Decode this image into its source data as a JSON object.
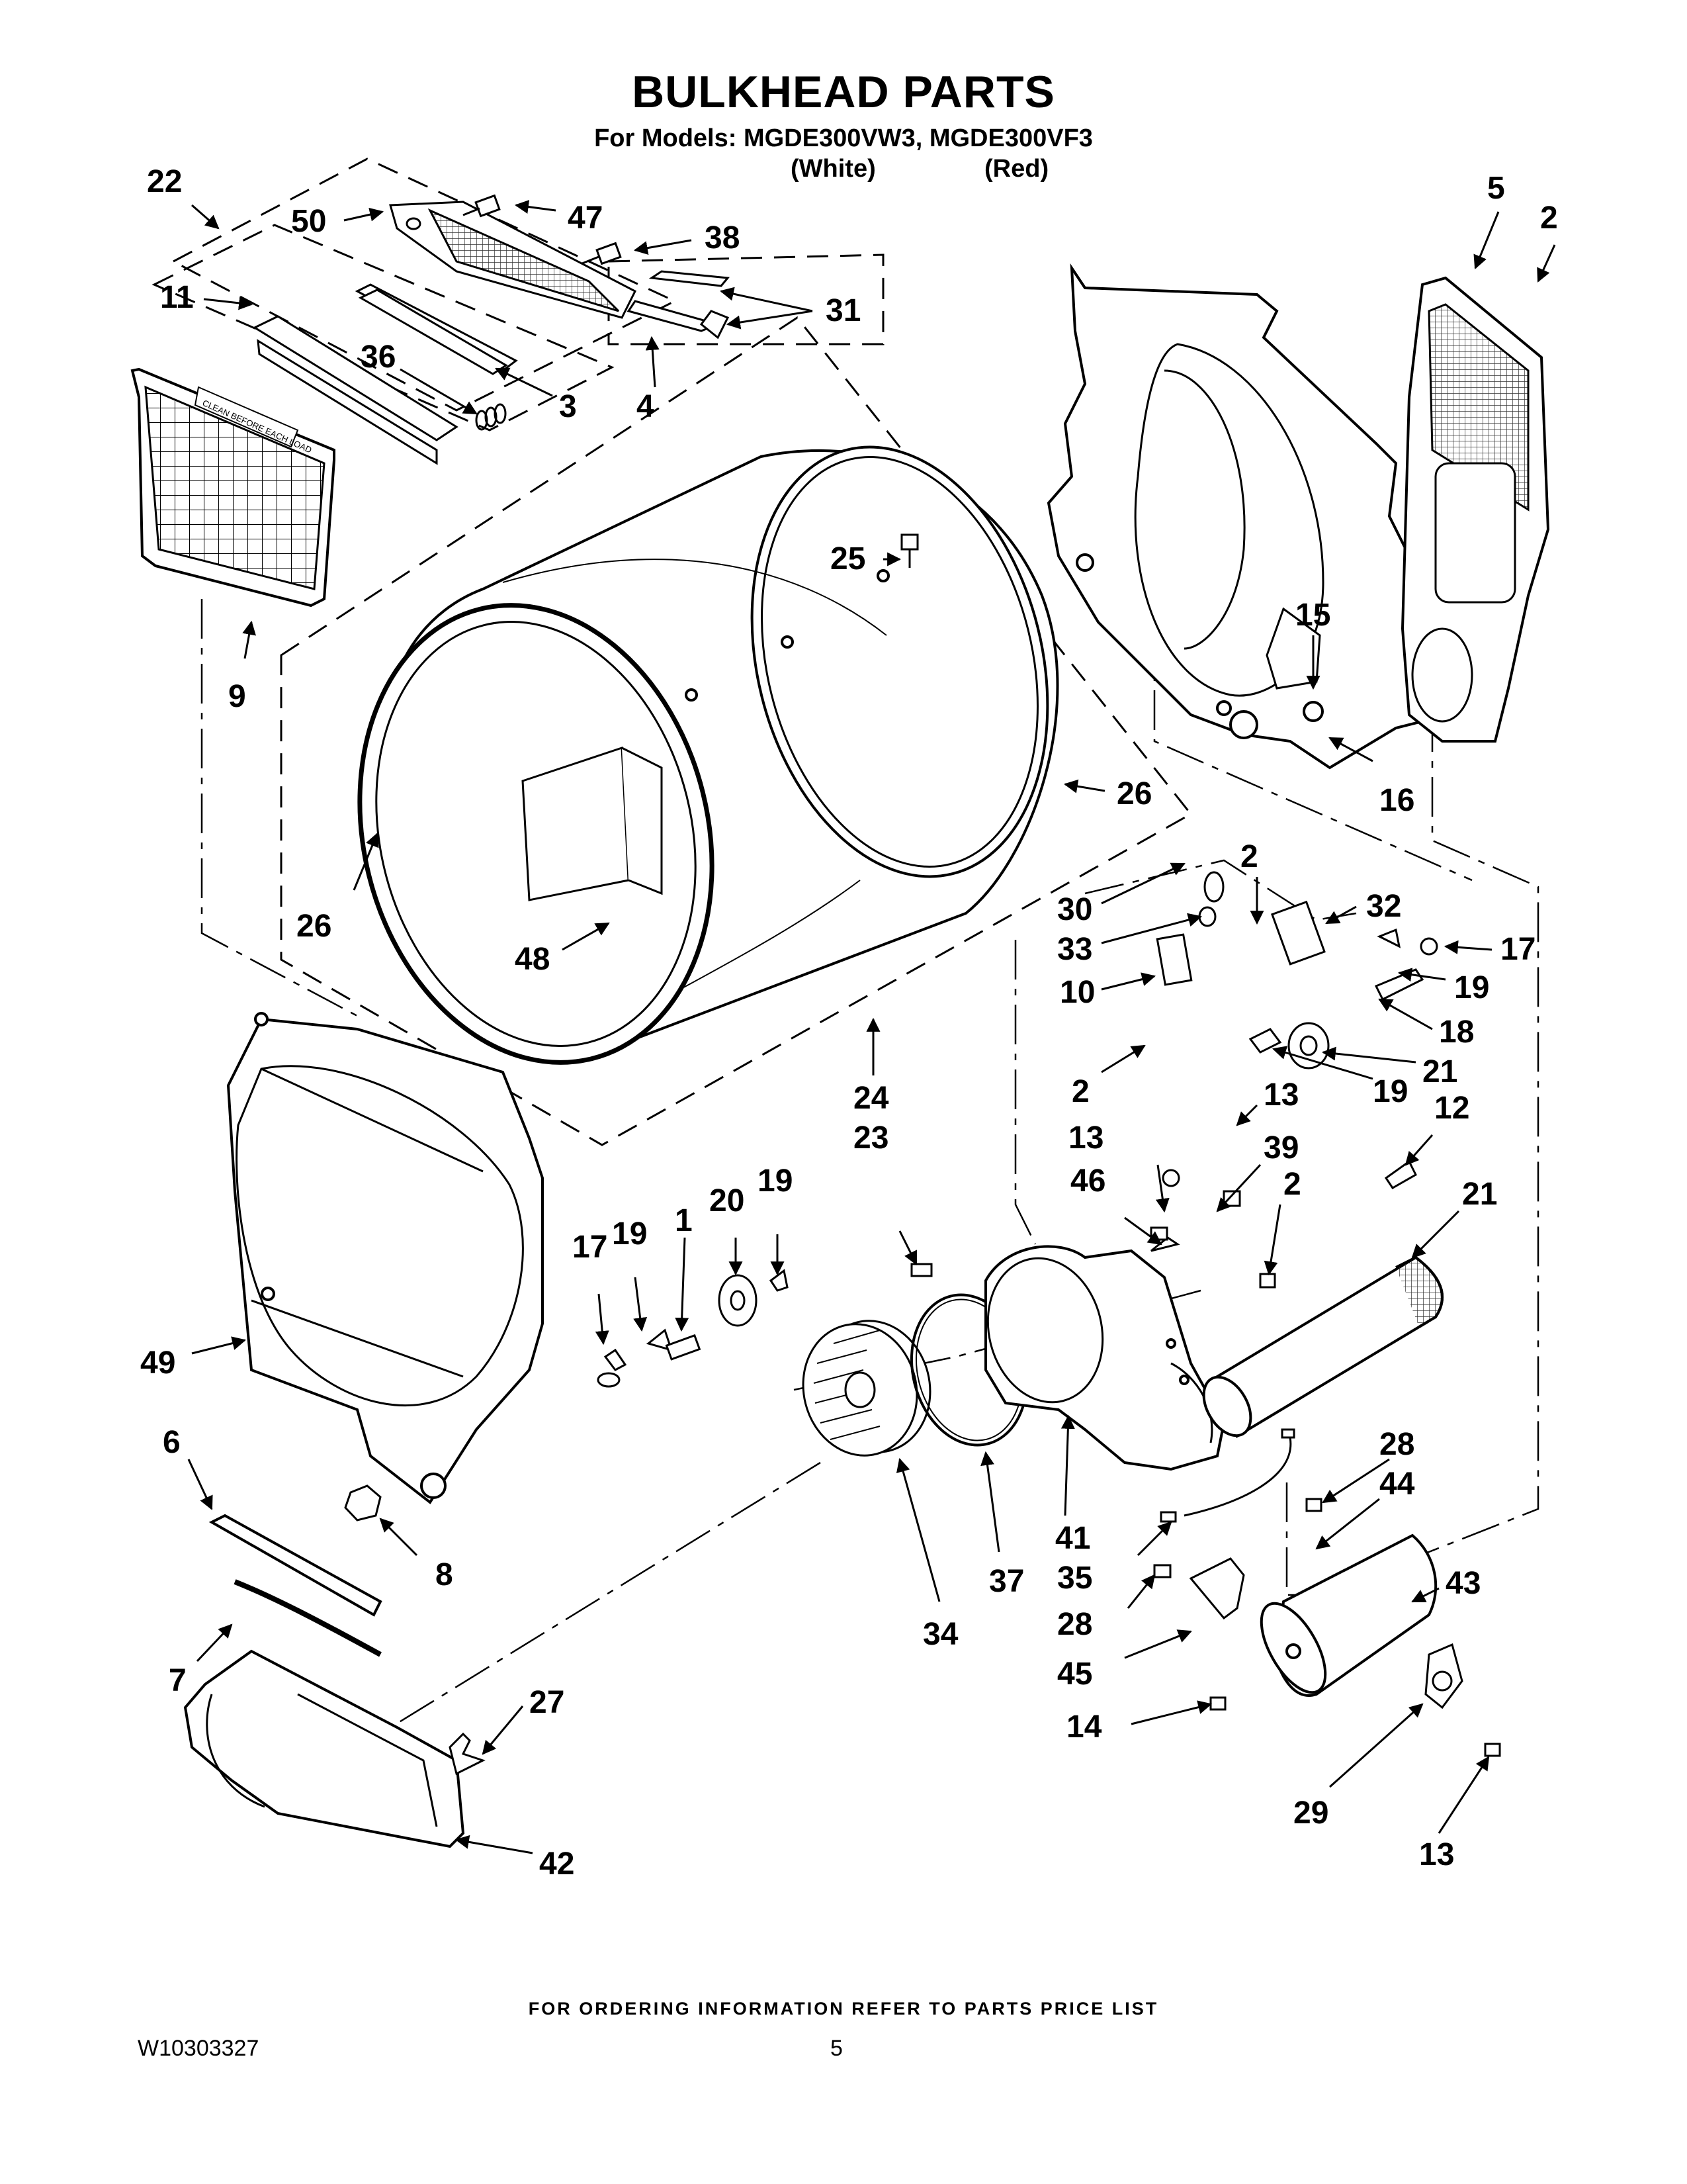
{
  "header": {
    "title": "BULKHEAD PARTS",
    "models_line": "For Models: MGDE300VW3, MGDE300VF3",
    "color_white": "(White)",
    "color_red": "(Red)"
  },
  "filter_label": "CLEAN BEFORE EACH LOAD",
  "callouts": [
    "22",
    "50",
    "47",
    "38",
    "11",
    "36",
    "3",
    "4",
    "31",
    "9",
    "5",
    "2",
    "25",
    "15",
    "16",
    "26",
    "26",
    "48",
    "30",
    "33",
    "2",
    "32",
    "17",
    "10",
    "19",
    "18",
    "21",
    "2",
    "19",
    "24",
    "23",
    "13",
    "13",
    "39",
    "12",
    "46",
    "2",
    "21",
    "17",
    "19",
    "1",
    "20",
    "19",
    "49",
    "6",
    "8",
    "41",
    "37",
    "34",
    "28",
    "44",
    "35",
    "43",
    "28",
    "45",
    "7",
    "27",
    "14",
    "42",
    "29",
    "13"
  ],
  "footer": {
    "ordering_note": "FOR ORDERING INFORMATION REFER TO PARTS PRICE LIST",
    "doc_number": "W10303327",
    "page_number": "5"
  }
}
